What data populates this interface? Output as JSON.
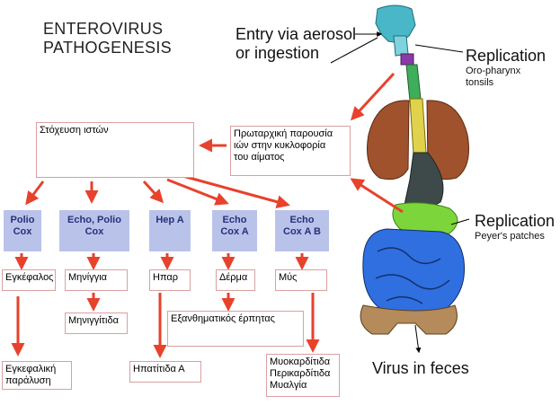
{
  "title_lines": [
    "ENTEROVIRUS",
    "PATHOGENESIS"
  ],
  "entry_lines": [
    "Entry via aerosol",
    "or ingestion"
  ],
  "replication_top": {
    "title": "Replication",
    "sub_lines": [
      "Oro-pharynx",
      "tonsils"
    ]
  },
  "replication_mid": {
    "title": "Replication",
    "sub": "Peyer's patches"
  },
  "feces": "Virus in feces",
  "tissue_box": "Στόχευση ιστών",
  "primary_lines": [
    "Πρωταρχική παρουσία",
    "ιών στην κυκλοφορία",
    "του αίματος"
  ],
  "virus_groups": [
    {
      "lines": [
        "Polio",
        "Cox"
      ]
    },
    {
      "lines": [
        "Echo, Polio",
        "Cox"
      ]
    },
    {
      "lines": [
        "Hep A"
      ]
    },
    {
      "lines": [
        "Echo",
        "Cox A"
      ]
    },
    {
      "lines": [
        "Echo",
        "Cox A B"
      ]
    }
  ],
  "organs": [
    "Εγκέφαλος",
    "Μηνίγγια",
    "Ηπαρ",
    "Δέρμα",
    "Μύς"
  ],
  "outcomes": {
    "paralysis_lines": [
      "Εγκεφαλική",
      "παράλυση"
    ],
    "meningitis": "Μηνιγγίτιδα",
    "rash": "Εξανθηματικός έρπητας",
    "hepatitis": "Ηπατίτιδα Α",
    "muscle_lines": [
      "Μυοκαρδίτιδα",
      "Περικαρδίτιδα",
      "Μυαλγία"
    ]
  },
  "colors": {
    "arrow": "#e8412c",
    "virus_box": "#b9c3ea",
    "virus_text": "#2a2f7a",
    "box_border": "#d9a0a0",
    "lungs": "#a0522d",
    "intestine": "#2f6fe0",
    "patches": "#7cd63b",
    "stomach": "#3e4a4a",
    "throat": "#2a9d8f",
    "pelvis": "#b58b5c"
  }
}
